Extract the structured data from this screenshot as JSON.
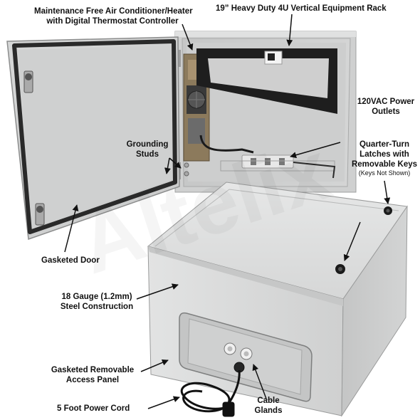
{
  "labels": {
    "ac_line1": "Maintenance Free Air Conditioner/Heater",
    "ac_line2": "with Digital Thermostat Controller",
    "rack": "19” Heavy Duty 4U Vertical Equipment Rack",
    "outlets_line1": "120VAC Power",
    "outlets_line2": "Outlets",
    "grounding_line1": "Grounding",
    "grounding_line2": "Studs",
    "latches_line1": "Quarter-Turn",
    "latches_line2": "Latches with",
    "latches_line3": "Removable Keys",
    "latches_note": "(Keys Not Shown)",
    "door": "Gasketed Door",
    "steel_line1": "18 Gauge (1.2mm)",
    "steel_line2": "Steel Construction",
    "panel_line1": "Gasketed Removable",
    "panel_line2": "Access Panel",
    "cord": "5 Foot Power Cord",
    "glands_line1": "Cable",
    "glands_line2": "Glands"
  },
  "watermark": "Altelix",
  "colors": {
    "enclosure": "#d9dada",
    "enclosure_dark": "#bfc0c0",
    "gasket": "#2a2a2a",
    "rack": "#1e1e1e",
    "panel": "#c8c8c8"
  }
}
